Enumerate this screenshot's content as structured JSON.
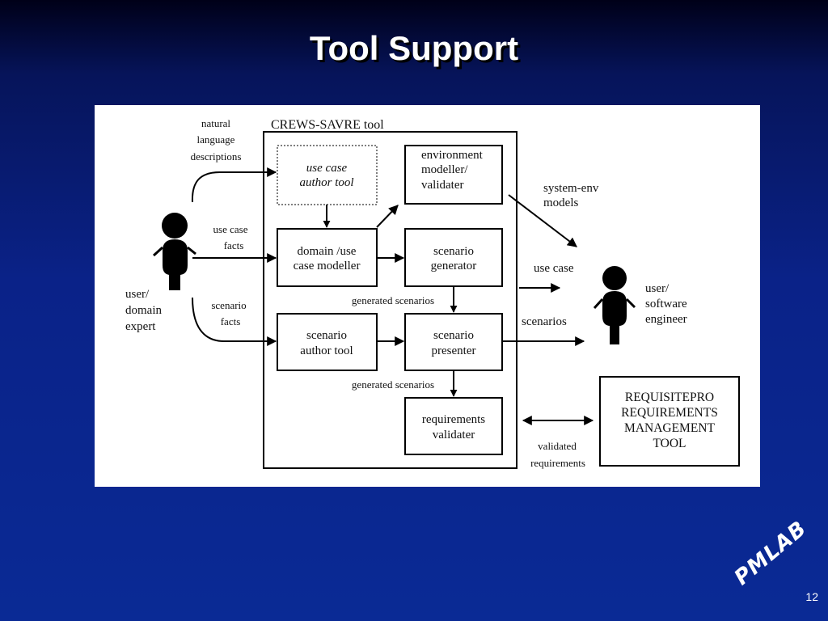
{
  "slide": {
    "title": "Tool Support",
    "page_number": "12",
    "logo_text": "PMLAB"
  },
  "diagram": {
    "container_label": "CREWS-SAVRE tool",
    "boxes": {
      "use_case_author_tool": [
        "use case",
        "author tool"
      ],
      "environment_modeller": [
        "environment",
        "modeller/",
        "validater"
      ],
      "domain_use_case_modeller": [
        "domain /use",
        "case modeller"
      ],
      "scenario_generator": [
        "scenario",
        "generator"
      ],
      "scenario_author_tool": [
        "scenario",
        "author tool"
      ],
      "scenario_presenter": [
        "scenario",
        "presenter"
      ],
      "requirements_validater": [
        "requirements",
        "validater"
      ],
      "requisitepro": [
        "REQUISITEPRO",
        "REQUIREMENTS",
        "MANAGEMENT",
        "TOOL"
      ]
    },
    "labels": {
      "natural_language": [
        "natural",
        "language",
        "descriptions"
      ],
      "use_case_facts": [
        "use case",
        "facts"
      ],
      "scenario_facts": [
        "scenario",
        "facts"
      ],
      "user_domain_expert": [
        "user/",
        "domain",
        "expert"
      ],
      "generated_scenarios_1": "generated scenarios",
      "generated_scenarios_2": "generated scenarios",
      "system_env_models": [
        "system-env",
        "models"
      ],
      "use_case": "use case",
      "scenarios": "scenarios",
      "user_software_engineer": [
        "user/",
        "software",
        "engineer"
      ],
      "validated_requirements": [
        "validated",
        "requirements"
      ]
    }
  }
}
